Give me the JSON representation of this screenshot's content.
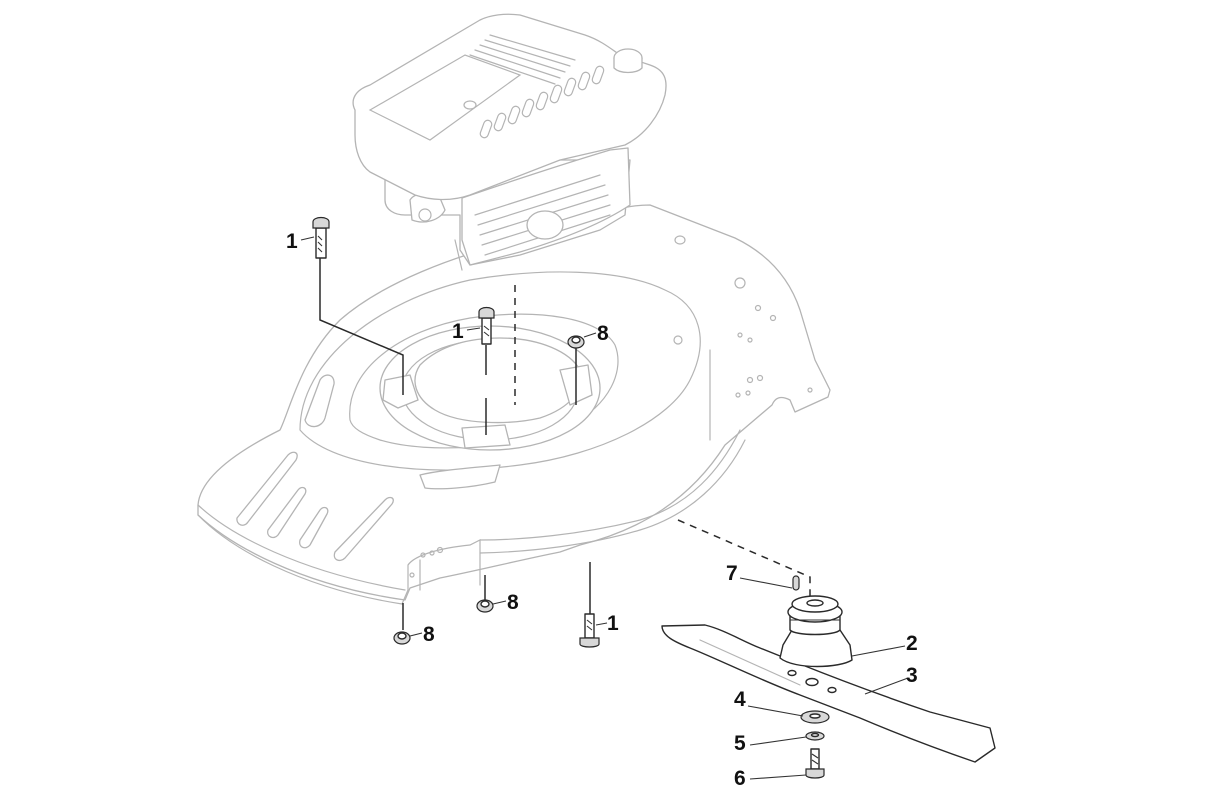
{
  "diagram": {
    "title": "Lawn mower deck, engine mounting and blade assembly exploded view",
    "assemblies": [
      {
        "name": "engine",
        "rendering": "ghosted"
      },
      {
        "name": "mower-deck",
        "rendering": "ghosted"
      }
    ],
    "callouts": [
      {
        "id": "c1a",
        "label": "1",
        "part": "bolt"
      },
      {
        "id": "c1b",
        "label": "1",
        "part": "bolt"
      },
      {
        "id": "c1c",
        "label": "1",
        "part": "bolt"
      },
      {
        "id": "c8a",
        "label": "8",
        "part": "nut"
      },
      {
        "id": "c8b",
        "label": "8",
        "part": "nut"
      },
      {
        "id": "c8c",
        "label": "8",
        "part": "nut"
      },
      {
        "id": "c2",
        "label": "2",
        "part": "blade-adapter-hub"
      },
      {
        "id": "c3",
        "label": "3",
        "part": "blade"
      },
      {
        "id": "c4",
        "label": "4",
        "part": "washer"
      },
      {
        "id": "c5",
        "label": "5",
        "part": "spring-washer"
      },
      {
        "id": "c6",
        "label": "6",
        "part": "blade-bolt"
      },
      {
        "id": "c7",
        "label": "7",
        "part": "key-pin"
      }
    ]
  }
}
